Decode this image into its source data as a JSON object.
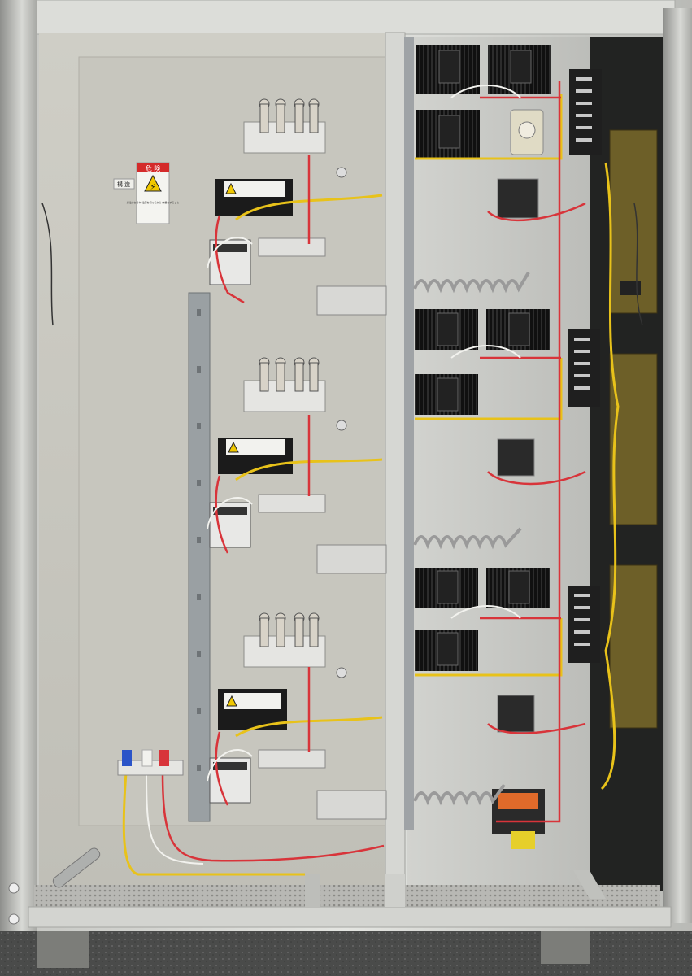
{
  "colors": {
    "cabinet_frame": "#d9dad6",
    "back_panel": "#c9c8c0",
    "din_rail": "#9aa0a3",
    "heatsink": "#1a1a1a",
    "wire_red": "#d8343a",
    "wire_yellow": "#e8c21a",
    "wire_white": "#f2f2ee",
    "terminal_orange": "#e06a2a",
    "pcb": "#7a6a2a",
    "floor": "#5a5a5a"
  },
  "warning_sticker": {
    "header": "危 険",
    "body": "感電のおそれ 電源を切ってから 作業をすること"
  },
  "small_label": {
    "text": "構 造"
  },
  "heater_banks": [
    {
      "id": "upper"
    },
    {
      "id": "middle"
    },
    {
      "id": "lower"
    }
  ],
  "icons": [
    "warning-triangle-icon",
    "high-voltage-icon"
  ]
}
